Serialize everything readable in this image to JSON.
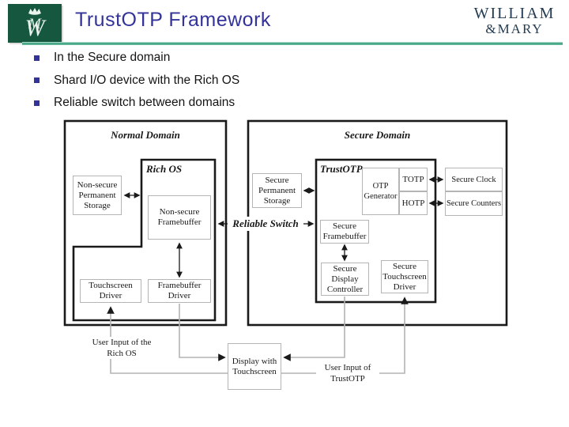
{
  "slide": {
    "title": "TrustOTP Framework",
    "wordmark": {
      "line1": "WILLIAM",
      "line2": "&MARY"
    },
    "bullets": [
      "In the Secure domain",
      "Shard I/O device with the Rich OS",
      "Reliable switch between domains"
    ]
  },
  "colors": {
    "title_text": "#333399",
    "bullet_navy": "#333399",
    "rule_teal": "#2f9b78",
    "crest_green": "#16573f",
    "wordmark_navy": "#233c52",
    "diagram_ink": "#1a1a1a",
    "box_border_gray": "#b5b5b5",
    "connector_gray": "#b3b3b3"
  },
  "diagram": {
    "normal_domain_label": "Normal Domain",
    "rich_os_label": "Rich OS",
    "secure_domain_label": "Secure Domain",
    "trustotp_label": "TrustOTP",
    "reliable_switch_label": "Reliable Switch",
    "boxes": {
      "non_secure_permanent_storage": "Non-secure Permanent Storage",
      "non_secure_framebuffer": "Non-secure Framebuffer",
      "touchscreen_driver": "Touchscreen Driver",
      "framebuffer_driver": "Framebuffer Driver",
      "secure_permanent_storage": "Secure Permanent Storage",
      "otp_generator": "OTP Generator",
      "totp": "TOTP",
      "hotp": "HOTP",
      "secure_clock": "Secure Clock",
      "secure_counters": "Secure Counters",
      "secure_framebuffer": "Secure Framebuffer",
      "secure_display_controller": "Secure Display Controller",
      "secure_touchscreen_driver": "Secure Touchscreen Driver",
      "display_with_touchscreen": "Display with Touchscreen"
    },
    "annotations": {
      "user_input_rich_os": "User Input of the Rich OS",
      "user_input_trustotp": "User Input of TrustOTP"
    }
  }
}
